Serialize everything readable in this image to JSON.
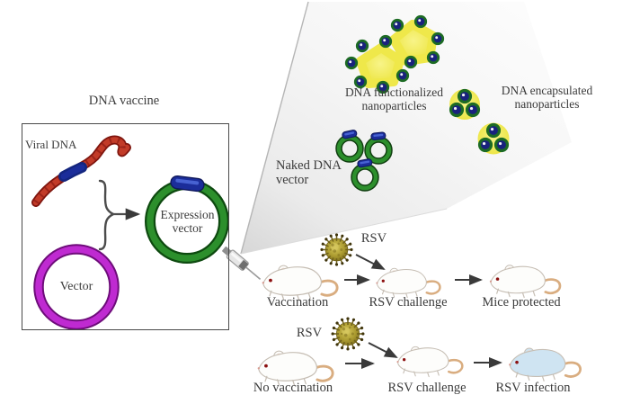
{
  "figure": {
    "panel": {
      "title": "DNA vaccine",
      "viral_dna_label": "Viral DNA",
      "expression_vector_line1": "Expression",
      "expression_vector_line2": "vector",
      "vector_label": "Vector"
    },
    "delivery": {
      "functionalized_line1": "DNA functionalized",
      "functionalized_line2": "nanoparticles",
      "encapsulated_line1": "DNA encapsulated",
      "encapsulated_line2": "nanoparticles",
      "naked_line1": "Naked DNA",
      "naked_line2": "vector"
    },
    "vaccinated_row": {
      "virus_label": "RSV",
      "step1_label": "Vaccination",
      "step2_label": "RSV challenge",
      "step3_label": "Mice protected"
    },
    "unvaccinated_row": {
      "virus_label": "RSV",
      "step1_label": "No vaccination",
      "step2_label": "RSV challenge",
      "step3_label": "RSV infection"
    }
  },
  "colors": {
    "viral_dna_red": "#c23b28",
    "insert_blue": "#1b2d9a",
    "vector_magenta": "#bf2ad1",
    "expression_green": "#2c8f2c",
    "nanoparticle_yellow": "#f2ec55",
    "nanoparticle_green": "#1d6b24",
    "nanoparticle_navy": "#19227d",
    "virus_olive": "#a9992e",
    "healthy_mouse": "#fdfdfb",
    "infected_mouse": "#cfe4f2",
    "label_text": "#3b3b3b"
  }
}
